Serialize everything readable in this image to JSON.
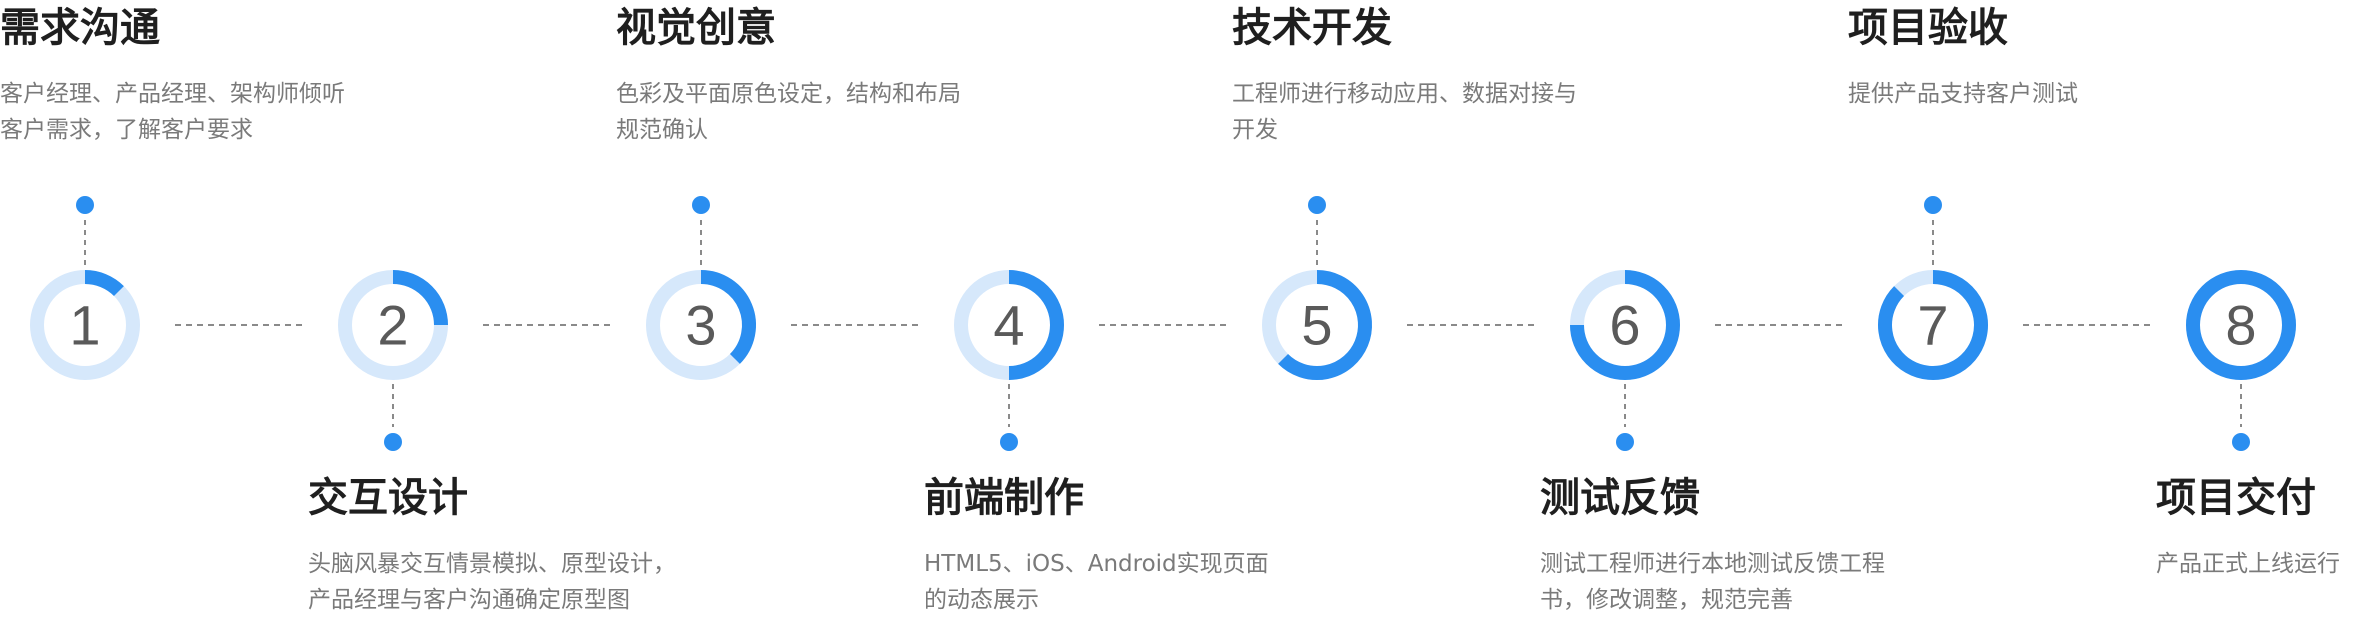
{
  "steps": [
    {
      "number": "1",
      "title": "需求沟通",
      "desc_lines": [
        "客户经理、产品经理、架构师倾听",
        "客户需求，了解客户要求"
      ],
      "progress": 0.125
    },
    {
      "number": "2",
      "title": "交互设计",
      "desc_lines": [
        "头脑风暴交互情景模拟、原型设计，",
        "产品经理与客户沟通确定原型图"
      ],
      "progress": 0.25
    },
    {
      "number": "3",
      "title": "视觉创意",
      "desc_lines": [
        "色彩及平面原色设定，结构和布局",
        "规范确认"
      ],
      "progress": 0.375
    },
    {
      "number": "4",
      "title": "前端制作",
      "desc_lines": [
        "HTML5、iOS、Android实现页面",
        "的动态展示"
      ],
      "progress": 0.5
    },
    {
      "number": "5",
      "title": "技术开发",
      "desc_lines": [
        "工程师进行移动应用、数据对接与",
        "开发"
      ],
      "progress": 0.625
    },
    {
      "number": "6",
      "title": "测试反馈",
      "desc_lines": [
        "测试工程师进行本地测试反馈工程",
        "书，修改调整，规范完善"
      ],
      "progress": 0.75
    },
    {
      "number": "7",
      "title": "项目验收",
      "desc_lines": [
        "提供产品支持客户测试"
      ],
      "progress": 0.875
    },
    {
      "number": "8",
      "title": "项目交付",
      "desc_lines": [
        "产品正式上线运行"
      ],
      "progress": 1.0
    }
  ],
  "colors": {
    "accent": "#2a8ef0",
    "track": "#d6e8fb",
    "connector": "#8a8a8a",
    "title": "#1f1f1f",
    "desc": "#7a7a7a",
    "number": "#5a5a5a"
  }
}
